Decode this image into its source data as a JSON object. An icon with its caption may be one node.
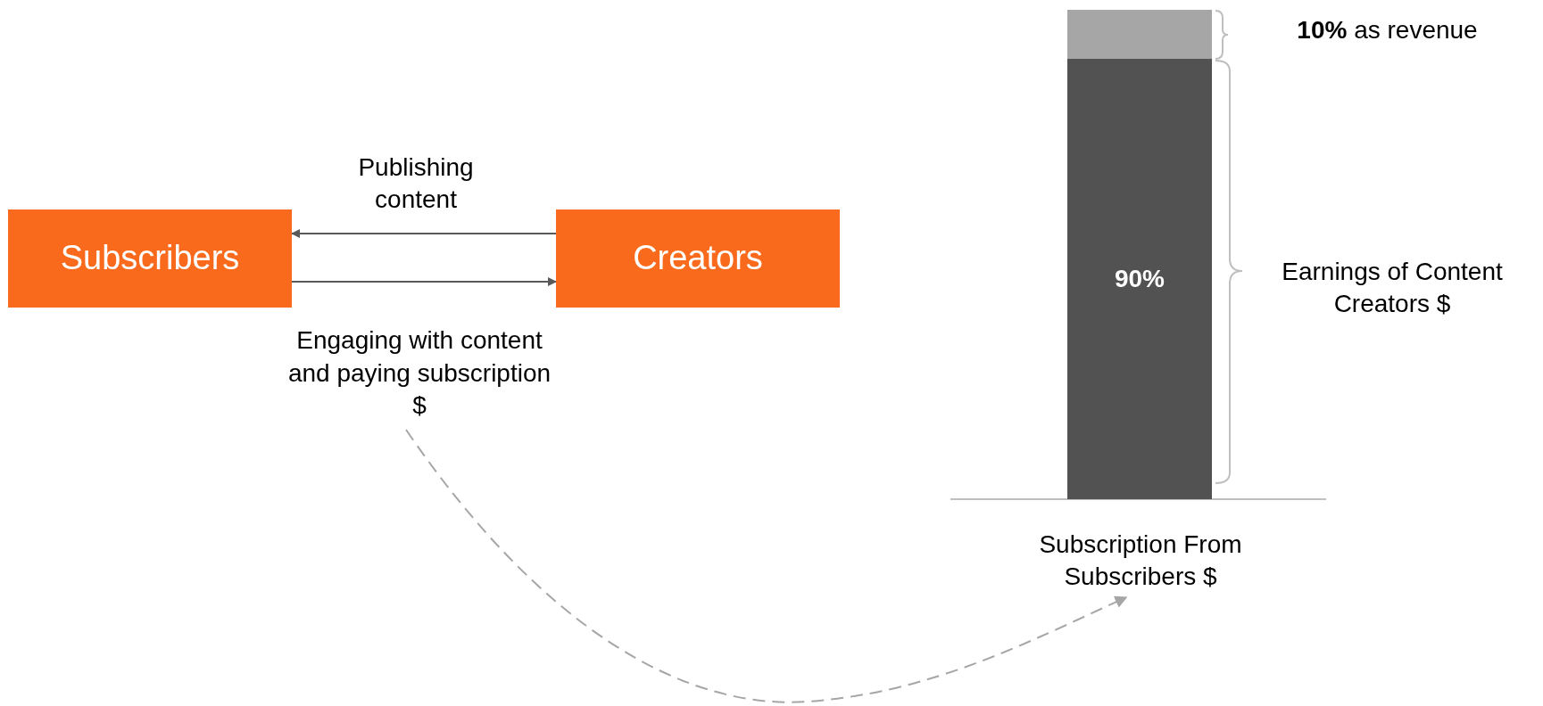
{
  "diagram": {
    "nodes": [
      {
        "text": [
          "Subscribers"
        ]
      },
      {
        "text": [
          "Creators"
        ]
      },
      {
        "text": [
          "Engaging with content and paying subscription $"
        ]
      },
      {
        "text": [
          "Subscription From Subscribers $"
        ]
      },
      {
        "text": [],
        "shape": "bar"
      },
      {
        "text": [
          "90%"
        ]
      }
    ],
    "edges": [
      {
        "from": 1,
        "to": 0,
        "arrow": "to",
        "label": "Publishing content"
      },
      {
        "from": 0,
        "to": 1,
        "arrow": "to"
      },
      {
        "from": 2,
        "to": 3,
        "arrow": "to",
        "style": "dashed",
        "color": "#a6a6a6"
      }
    ],
    "labels": [
      "**10%** as revenue",
      "Earnings of Content Creators $"
    ]
  }
}
